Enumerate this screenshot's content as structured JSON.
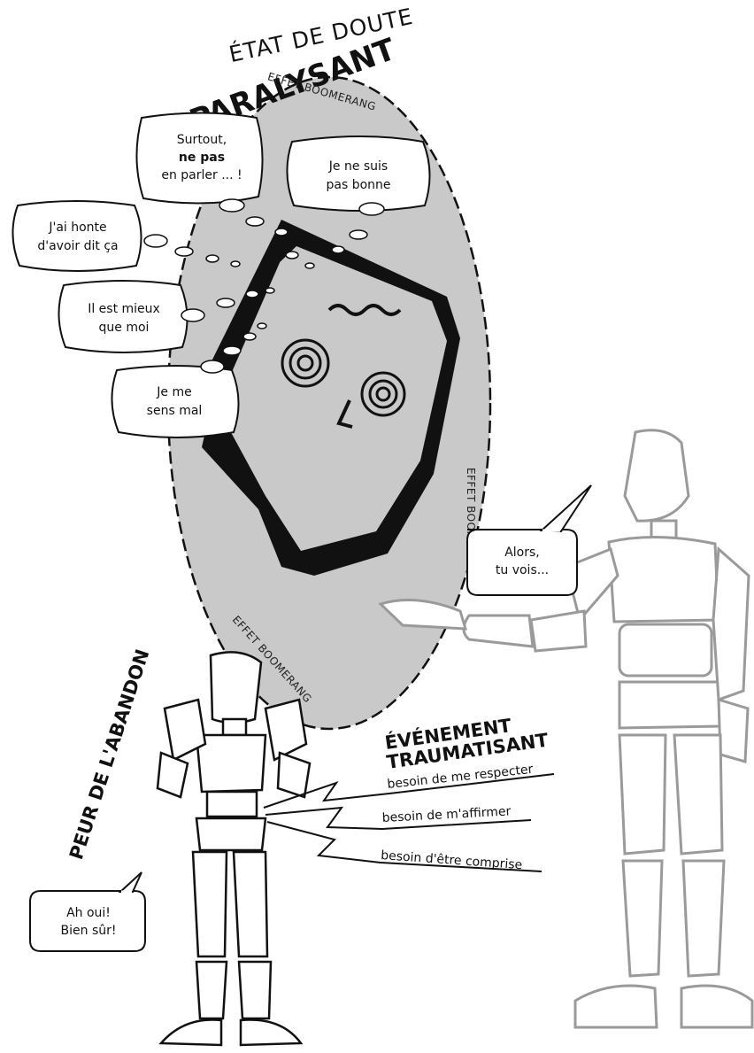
{
  "top_label": {
    "line1": "ÉTAT DE DOUTE",
    "line2": "PARALYSANT"
  },
  "loop_labels": {
    "top": "EFFET BOOMERANG",
    "right": "EFFET BOOMERANG",
    "bottom": "EFFET BOOMERANG"
  },
  "thought_bubbles": [
    {
      "lines": [
        "Surtout,",
        "ne pas",
        "en parler ... !"
      ]
    },
    {
      "lines": [
        "Je ne suis",
        "pas bonne"
      ]
    },
    {
      "lines": [
        "J'ai honte",
        "d'avoir dit ça"
      ]
    },
    {
      "lines": [
        "Il est mieux",
        "que moi"
      ]
    },
    {
      "lines": [
        "Je me",
        "sens mal"
      ]
    }
  ],
  "speech_bubbles": {
    "right_figure": {
      "lines": [
        "Alors,",
        "tu vois..."
      ]
    },
    "left_figure": {
      "lines": [
        "Ah oui!",
        "Bien sûr!"
      ]
    }
  },
  "side_label": "PEUR DE L'ABANDON",
  "event_label": {
    "line1": "ÉVÉNEMENT",
    "line2": "TRAUMATISANT"
  },
  "needs": [
    "besoin de me respecter",
    "besoin de m'affirmer",
    "besoin d'être comprise"
  ],
  "colors": {
    "ellipse_fill": "#c9c9c9",
    "ink": "#111111",
    "faded_figure": "#9a9a9a"
  }
}
